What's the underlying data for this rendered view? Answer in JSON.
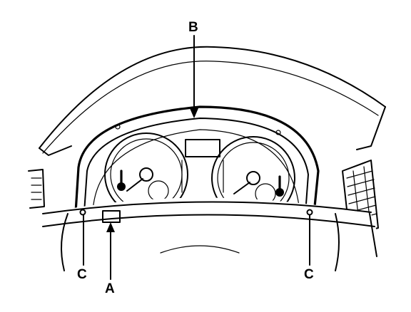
{
  "diagram": {
    "callouts": {
      "a": "A",
      "b": "B",
      "c_left": "C",
      "c_right": "C"
    },
    "colors": {
      "line": "#000000",
      "background": "#ffffff"
    }
  }
}
